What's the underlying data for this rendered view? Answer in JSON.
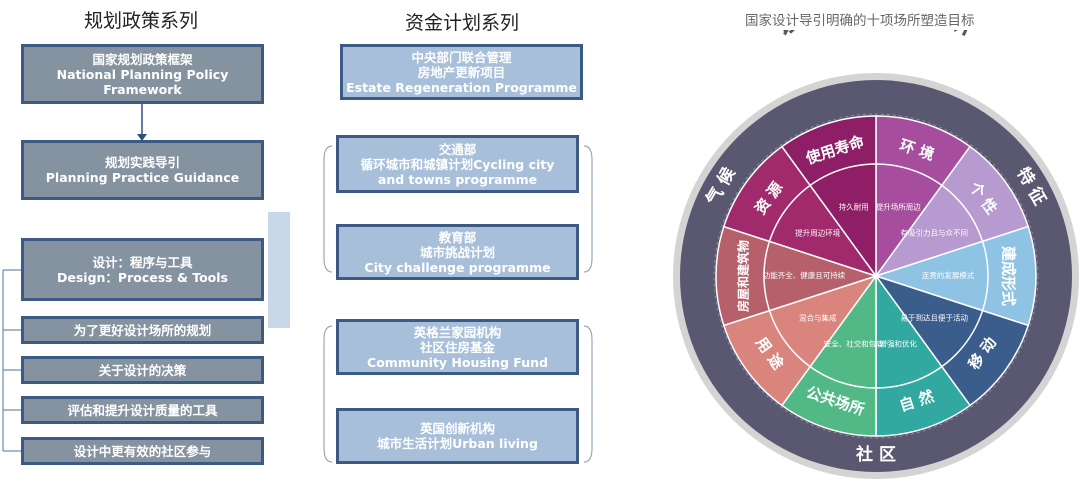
{
  "left": {
    "heading": "规划政策系列",
    "box1": {
      "line1": "国家规划政策框架",
      "line2": "National Planning Policy",
      "line3": "Framework"
    },
    "box2": {
      "line1": "规划实践导引",
      "line2": "Planning Practice Guidance"
    },
    "box3": {
      "line1": "设计：程序与工具",
      "line2": "Design：Process & Tools"
    },
    "sub_items": [
      "为了更好设计场所的规划",
      "关于设计的决策",
      "评估和提升设计质量的工具",
      "设计中更有效的社区参与"
    ]
  },
  "middle": {
    "heading": "资金计划系列",
    "box1": {
      "line1": "中央部门联合管理",
      "line2": "房地产更新项目",
      "line3": "Estate Regeneration Programme"
    },
    "box2": {
      "line1": "交通部",
      "line2": "循环城市和城镇计划Cycling city",
      "line3": "and towns programme"
    },
    "box3": {
      "line1": "教育部",
      "line2": "城市挑战计划",
      "line3": "City challenge programme"
    },
    "box4": {
      "line1": "英格兰家园机构",
      "line2": "社区住房基金",
      "line3": "Community Housing Fund"
    },
    "box5": {
      "line1": "英国创新机构",
      "line2": "城市生活计划Urban living"
    }
  },
  "wheel": {
    "caption": "国家设计导引明确的十项场所塑造目标",
    "title": "设计精良的场所",
    "ring_labels": [
      "气 候",
      "特 征",
      "社 区"
    ],
    "segments": [
      {
        "label": "环 境",
        "inner": "提升场所周边",
        "color": "#a64d9e"
      },
      {
        "label": "个 性",
        "inner": "有吸引力且与众不同",
        "color": "#b79ad0"
      },
      {
        "label": "建成形式",
        "inner": "连贯的发展模式",
        "color": "#8fc3e3"
      },
      {
        "label": "移 动",
        "inner": "易于到达且便于活动",
        "color": "#3a5d8c"
      },
      {
        "label": "自 然",
        "inner": "增强和优化",
        "color": "#31a9a0"
      },
      {
        "label": "公共场所",
        "inner": "安全、社交和包容",
        "color": "#52b886"
      },
      {
        "label": "用 途",
        "inner": "混合与集成",
        "color": "#d9857d"
      },
      {
        "label": "房屋和建筑物",
        "inner": "功能齐全、健康且可持续",
        "color": "#b5606a"
      },
      {
        "label": "资 源",
        "inner": "提升周边环境",
        "color": "#a02a6c"
      },
      {
        "label": "使用寿命",
        "inner": "持久耐用",
        "color": "#8e1f66"
      }
    ],
    "ring_color": "#5a5870",
    "ring_outer_color": "#c8c8c8"
  }
}
